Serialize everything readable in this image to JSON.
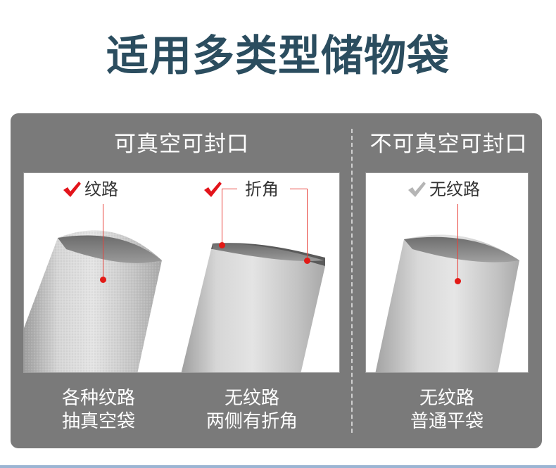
{
  "page_title": "适用多类型储物袋",
  "panel": {
    "vacuum_section": {
      "title": "可真空可封口",
      "items": [
        {
          "callout_label": "纹路",
          "check_state": "checked",
          "check_color": "#e3141b",
          "caption_line1": "各种纹路",
          "caption_line2": "抽真空袋"
        },
        {
          "callout_label": "折角",
          "check_state": "checked",
          "check_color": "#e3141b",
          "caption_line1": "无纹路",
          "caption_line2": "两侧有折角"
        }
      ]
    },
    "non_vacuum_section": {
      "title": "不可真空可封口",
      "items": [
        {
          "callout_label": "无纹路",
          "check_state": "unchecked",
          "check_color": "#b5b5b5",
          "caption_line1": "无纹路",
          "caption_line2": "普通平袋"
        }
      ]
    }
  },
  "colors": {
    "title": "#2b4d5f",
    "panel_bg": "#7a7a7a",
    "accent_red": "#e3141b",
    "bottom_rule": "#9bb5d3"
  }
}
